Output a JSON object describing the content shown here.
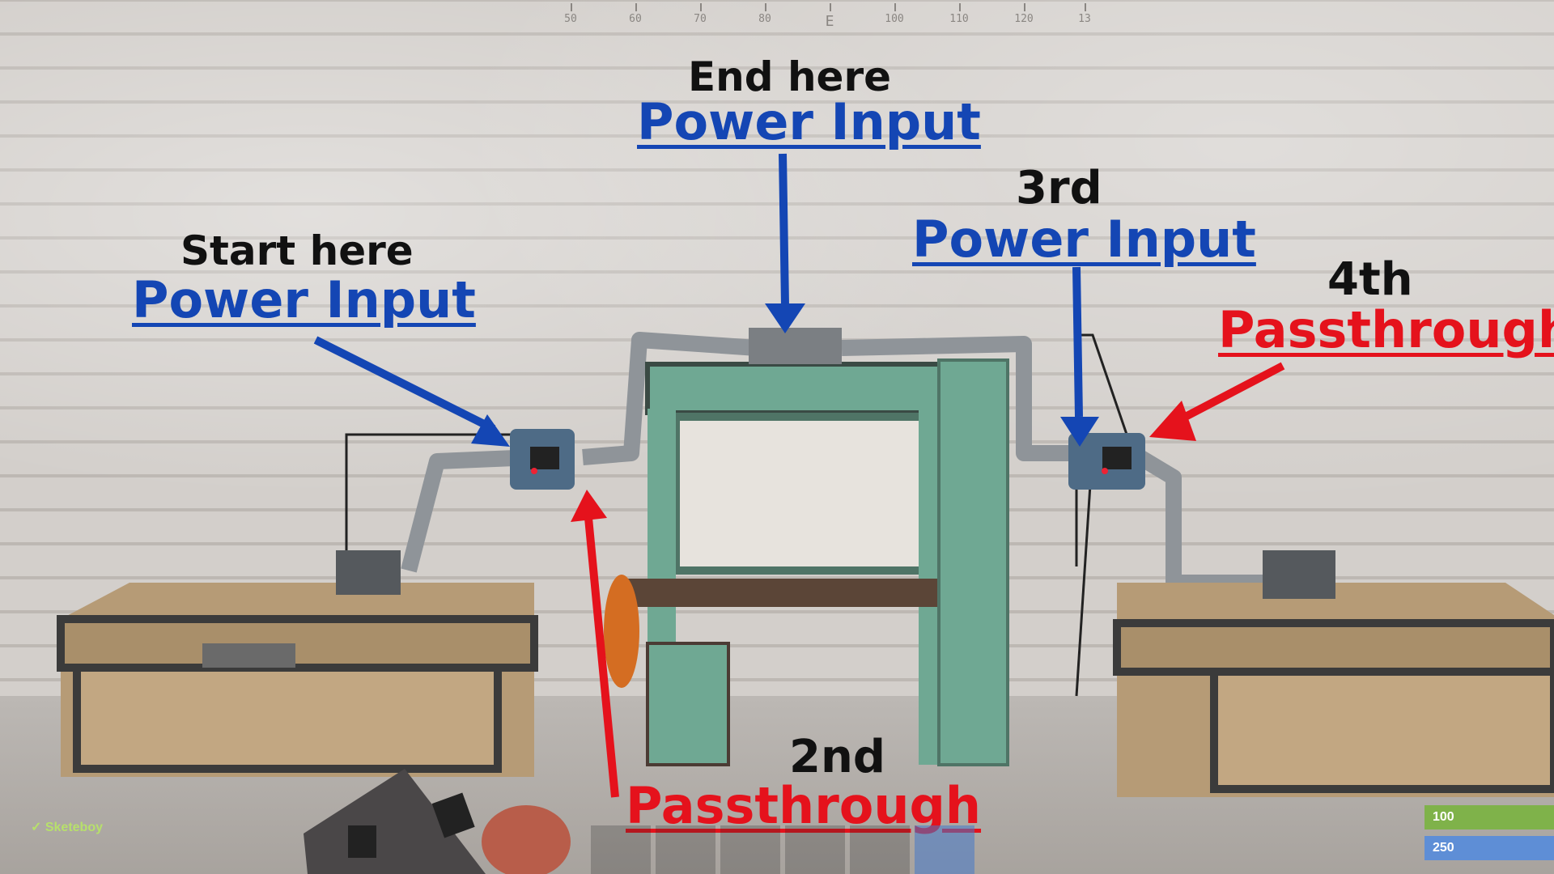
{
  "compass": {
    "marks": [
      "50",
      "60",
      "70",
      "80",
      "E",
      "100",
      "110",
      "120",
      "13"
    ]
  },
  "annotations": {
    "end": {
      "step": "End here",
      "type": "Power Input"
    },
    "start": {
      "step": "Start here",
      "type": "Power Input"
    },
    "third": {
      "step": "3rd",
      "type": "Power Input"
    },
    "fourth": {
      "step": "4th",
      "type": "Passthrough"
    },
    "second": {
      "step": "2nd",
      "type": "Passthrough"
    }
  },
  "hud": {
    "player_name": "Sketeboy",
    "health": "100",
    "water": "250"
  },
  "colors": {
    "power_input": "#1446b4",
    "passthrough": "#e5121c"
  },
  "icons": [
    "branch-splitter-icon",
    "power-input-arrow",
    "passthrough-arrow"
  ]
}
